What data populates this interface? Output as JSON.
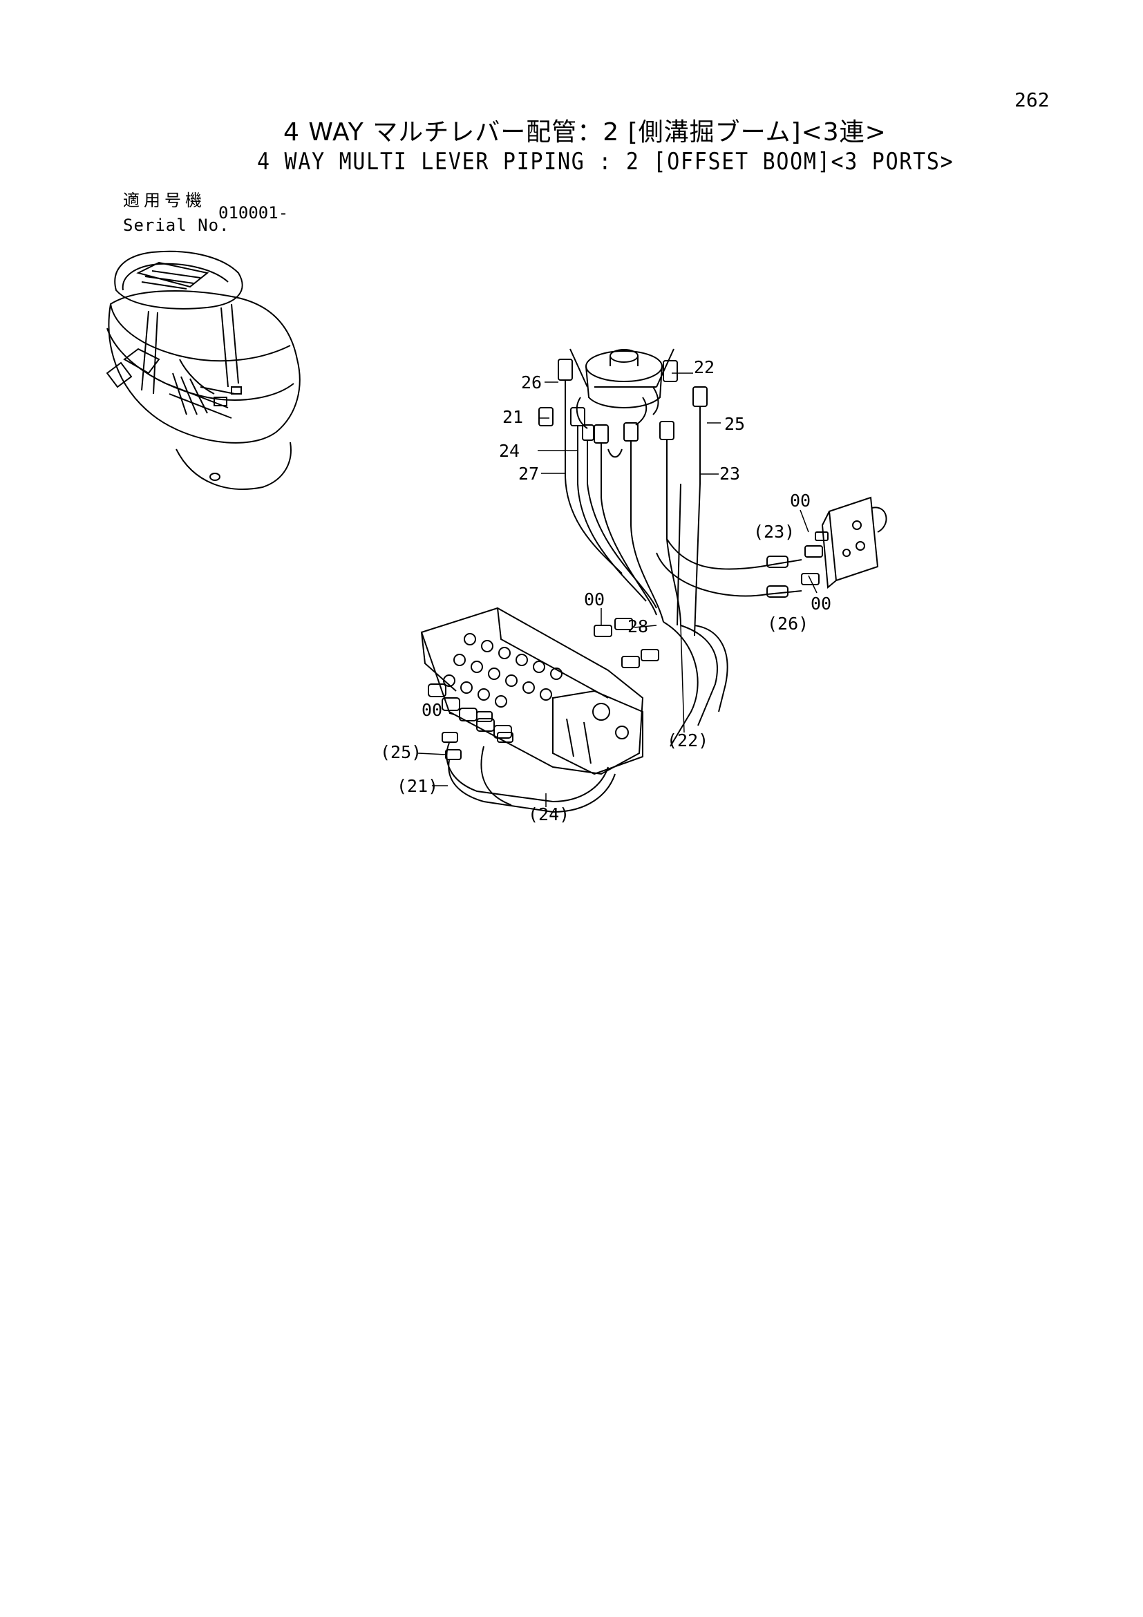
{
  "page_number": "262",
  "title_jp": "4 WAY マルチレバー配管：2 [側溝掘ブーム]<3連>",
  "title_en": "4 WAY MULTI LEVER PIPING : 2 [OFFSET BOOM]<3 PORTS>",
  "serial": {
    "label_jp": "適用号機",
    "label_en": "Serial No.",
    "value": "010001-"
  },
  "callouts": {
    "c26": "26",
    "c22": "22",
    "c21": "21",
    "c25": "25",
    "c24": "24",
    "c27": "27",
    "c23": "23",
    "c00a": "00",
    "c23p": "(23)",
    "c00b": "00",
    "c26p": "(26)",
    "c00c": "00",
    "c28": "28",
    "c00d": "00",
    "c22p": "(22)",
    "c25p": "(25)",
    "c21p": "(21)",
    "c24p": "(24)"
  }
}
